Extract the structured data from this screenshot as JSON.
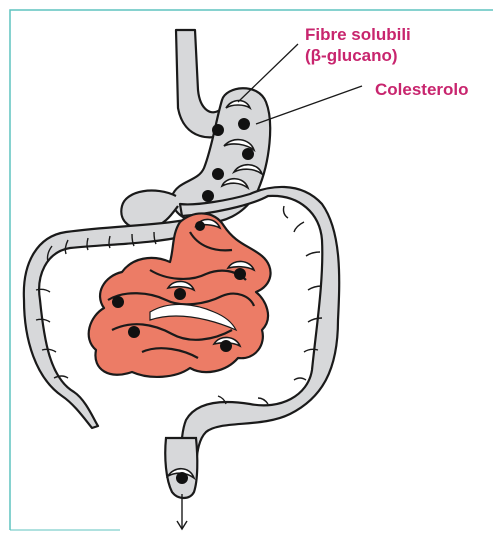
{
  "labels": {
    "fibre_line1": "Fibre solubili",
    "fibre_line2": "(β-glucano)",
    "cholesterol": "Colesterolo"
  },
  "colors": {
    "label_text": "#c8256e",
    "frame": "#5fc3bf",
    "gut_gray": "#d7d8da",
    "small_intestine": "#ec7c66",
    "outline": "#1a1a1a",
    "cholesterol_dot": "#111111"
  }
}
